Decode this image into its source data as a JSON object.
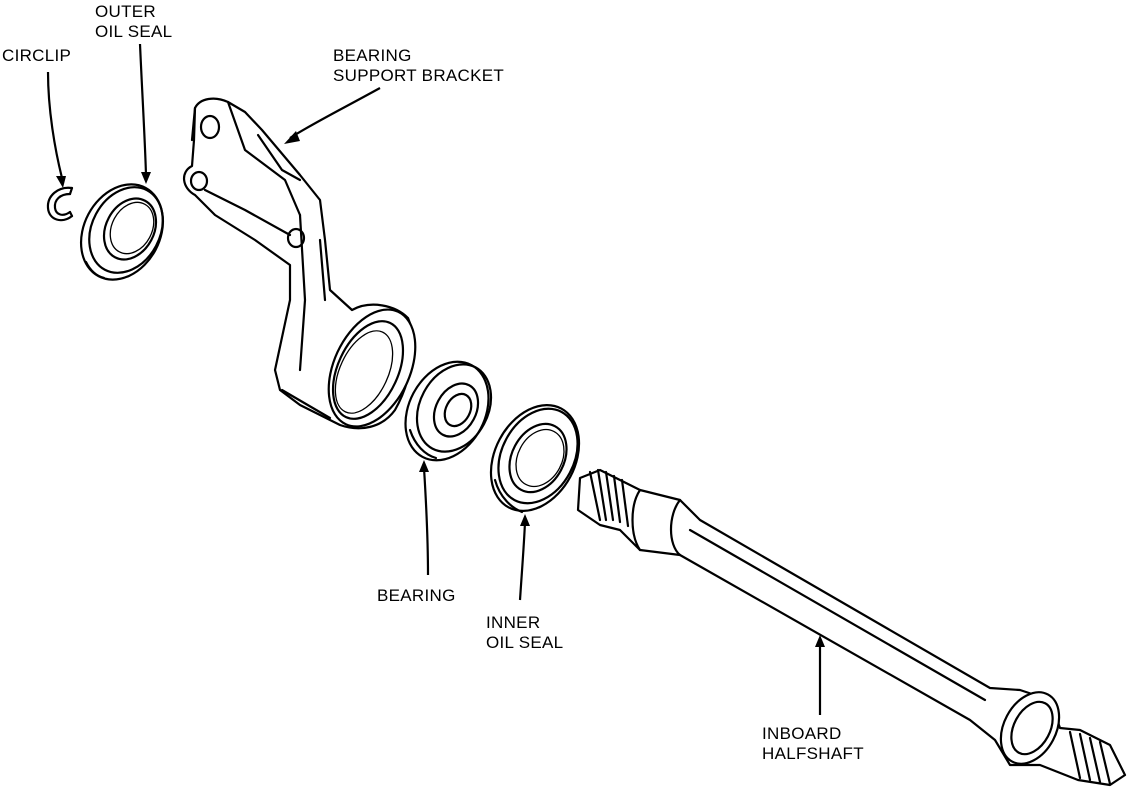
{
  "labels": {
    "circlip": "CIRCLIP",
    "outer_oil_seal_1": "OUTER",
    "outer_oil_seal_2": "OIL SEAL",
    "bearing_support_bracket_1": "BEARING",
    "bearing_support_bracket_2": "SUPPORT BRACKET",
    "bearing": "BEARING",
    "inner_oil_seal_1": "INNER",
    "inner_oil_seal_2": "OIL SEAL",
    "inboard_halfshaft_1": "INBOARD",
    "inboard_halfshaft_2": "HALFSHAFT"
  },
  "colors": {
    "ink": "#000000",
    "paper": "#ffffff"
  }
}
